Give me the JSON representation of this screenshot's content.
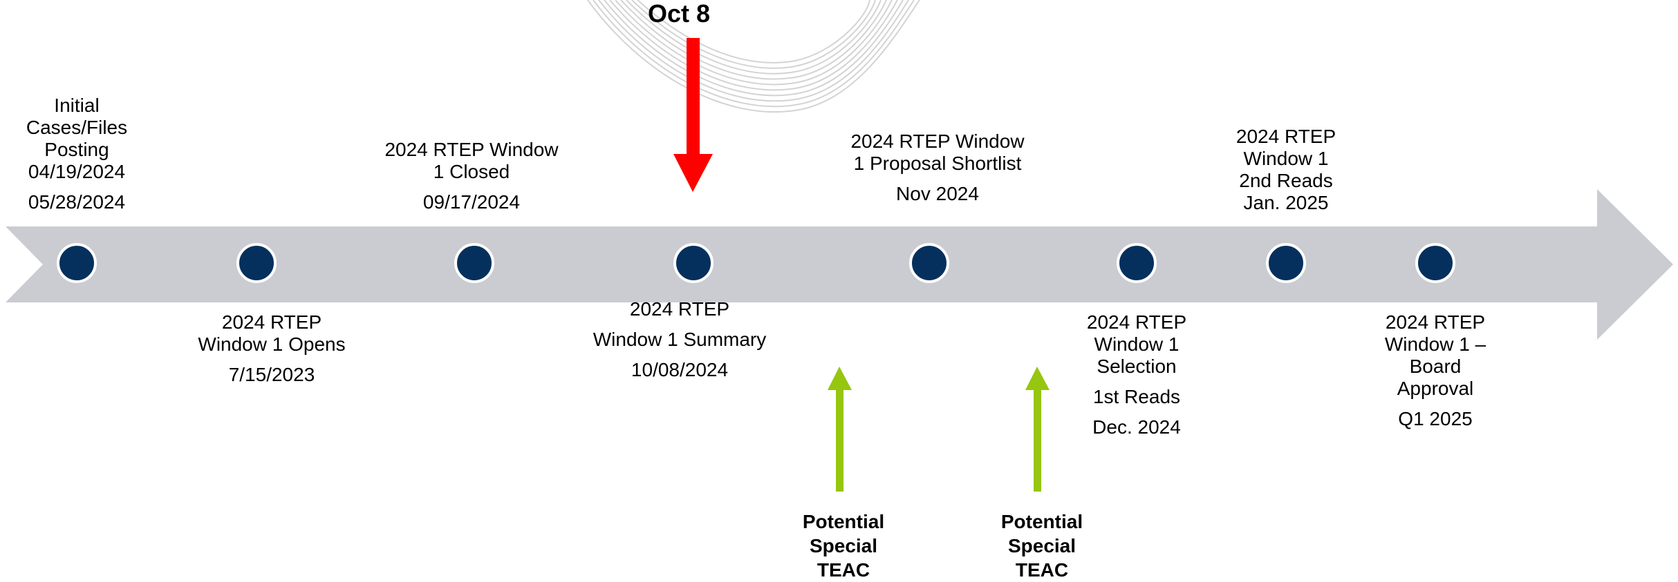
{
  "colors": {
    "timeline_bar": "#cbccd1",
    "node_fill": "#05305d",
    "node_stroke": "#ffffff",
    "today_arrow": "#ff0000",
    "teac_arrow": "#96c60f",
    "swirl": "#d3d3d3"
  },
  "callout": {
    "label": "Oct 8"
  },
  "milestones": [
    {
      "id": "initial-posting",
      "lines": [
        "Initial",
        "Cases/Files",
        "Posting",
        "04/19/2024"
      ],
      "date": "05/28/2024"
    },
    {
      "id": "window-opens",
      "lines": [
        "2024 RTEP",
        "Window 1 Opens"
      ],
      "date": "7/15/2023"
    },
    {
      "id": "window-closed",
      "lines": [
        "2024 RTEP Window",
        "1 Closed"
      ],
      "date": "09/17/2024"
    },
    {
      "id": "window-summary",
      "lines": [
        "2024 RTEP",
        "Window 1 Summary"
      ],
      "date": "10/08/2024"
    },
    {
      "id": "proposal-shortlist",
      "lines": [
        "2024 RTEP Window",
        "1 Proposal Shortlist"
      ],
      "date": "Nov 2024"
    },
    {
      "id": "selection-first-reads",
      "lines": [
        "2024 RTEP",
        "Window 1",
        "Selection"
      ],
      "extra": "1st Reads",
      "date": "Dec. 2024"
    },
    {
      "id": "second-reads",
      "lines": [
        "2024 RTEP",
        "Window 1",
        "2nd Reads",
        "Jan. 2025"
      ]
    },
    {
      "id": "board-approval",
      "lines": [
        "2024 RTEP",
        "Window 1 –",
        "Board",
        "Approval"
      ],
      "date": "Q1 2025"
    }
  ],
  "teac": [
    {
      "id": "teac-1",
      "lines": [
        "Potential",
        "Special",
        "TEAC"
      ]
    },
    {
      "id": "teac-2",
      "lines": [
        "Potential",
        "Special",
        "TEAC"
      ]
    }
  ]
}
